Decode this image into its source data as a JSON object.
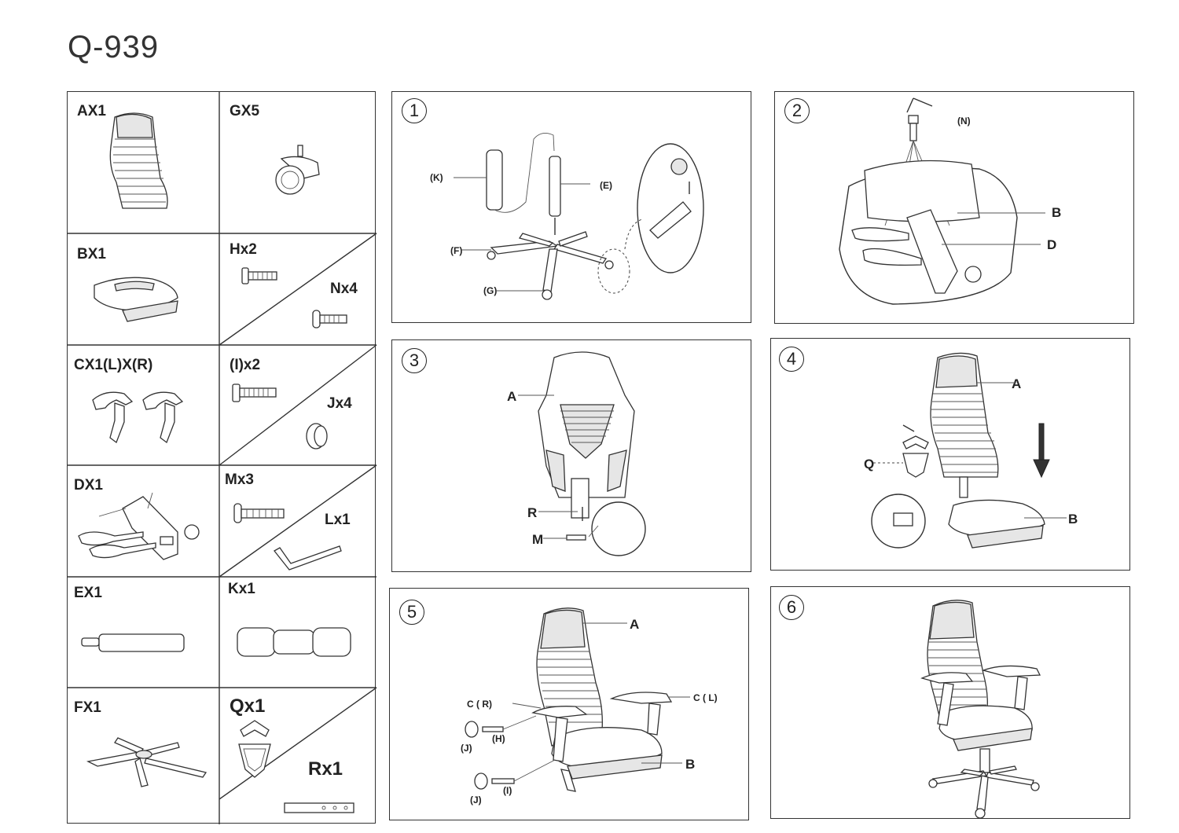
{
  "title": "Q-939",
  "parts": {
    "a": "AX1",
    "g": "GX5",
    "b": "BX1",
    "h": "Hx2",
    "n": "Nx4",
    "c": "CX1(L)X(R)",
    "i": "(I)x2",
    "j": "Jx4",
    "d": "DX1",
    "m": "Mx3",
    "l": "Lx1",
    "e": "EX1",
    "k": "Kx1",
    "f": "FX1",
    "q": "Qx1",
    "r": "Rx1"
  },
  "steps": {
    "s1": {
      "num": "1",
      "k": "(K)",
      "e": "(E)",
      "f": "(F)",
      "g": "(G)"
    },
    "s2": {
      "num": "2",
      "n": "(N)",
      "b": "B",
      "d": "D"
    },
    "s3": {
      "num": "3",
      "a": "A",
      "r": "R",
      "m": "M"
    },
    "s4": {
      "num": "4",
      "a": "A",
      "q": "Q",
      "b": "B"
    },
    "s5": {
      "num": "5",
      "a": "A",
      "cr": "C ( R)",
      "cl": "C ( L)",
      "h": "(H)",
      "j1": "(J)",
      "b": "B",
      "j2": "(J)",
      "i": "(I)"
    },
    "s6": {
      "num": "6"
    }
  }
}
